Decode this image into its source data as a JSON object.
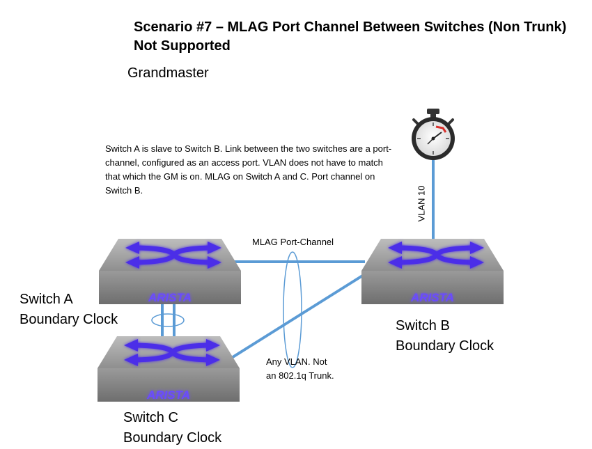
{
  "title_line1": "Scenario #7 – MLAG Port Channel Between Switches (Non Trunk)",
  "title_line2": "Not Supported",
  "grandmaster_label": "Grandmaster",
  "description": "Switch A is slave to Switch B.  Link between the two switches are a port-channel, configured as an access port.  VLAN does not have to match that which the GM is on.  MLAG on Switch A and C.  Port channel on Switch B.",
  "vlan_label": "VLAN 10",
  "mlag_label": "MLAG Port-Channel",
  "any_vlan_line1": "Any VLAN.  Not",
  "any_vlan_line2": "an 802.1q Trunk.",
  "switch_a": {
    "name": "Switch A",
    "role": "Boundary Clock",
    "brand": "ARISTA"
  },
  "switch_b": {
    "name": "Switch B",
    "role": "Boundary Clock",
    "brand": "ARISTA"
  },
  "switch_c": {
    "name": "Switch C",
    "role": "Boundary Clock",
    "brand": "ARISTA"
  },
  "colors": {
    "link": "#5b9bd5",
    "arrow": "#5a3cf0",
    "brand": "#6b4bff",
    "switch_top": "#9e9e9e",
    "switch_side": "#7a7a7a"
  },
  "icons": {
    "grandmaster": "stopwatch-icon",
    "switch": "switch-cross-arrows-icon"
  }
}
